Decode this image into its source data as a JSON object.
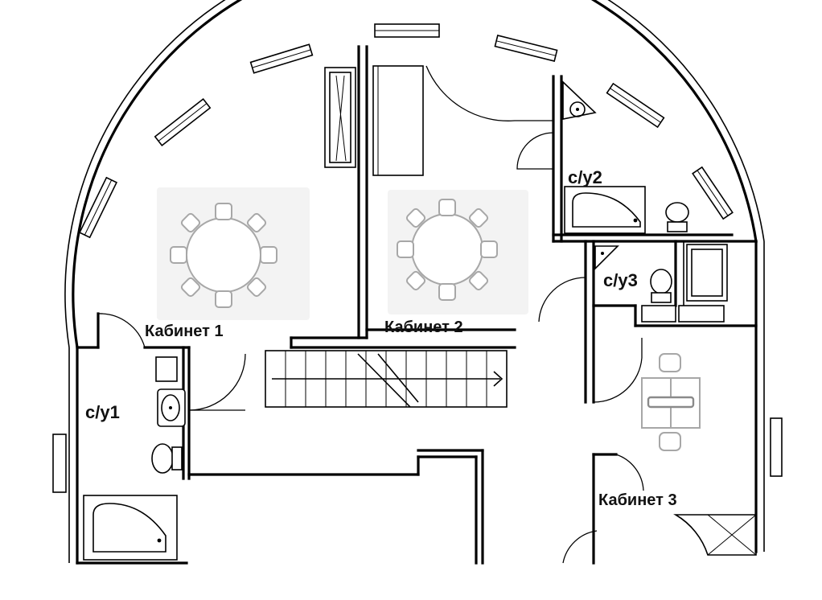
{
  "rooms": {
    "office1": "Кабинет 1",
    "office2": "Кабинет 2",
    "office3": "Кабинет 3",
    "wc1": "с/у1",
    "wc2": "с/у2",
    "wc3": "с/у3"
  },
  "icons": [
    "round-table-icon",
    "desk-icon",
    "bathtub-icon",
    "toilet-icon",
    "sink-icon",
    "shower-icon",
    "staircase-icon"
  ],
  "colors": {
    "walls": "#000000",
    "furniture": "#a7a7a7",
    "background": "#ffffff"
  }
}
